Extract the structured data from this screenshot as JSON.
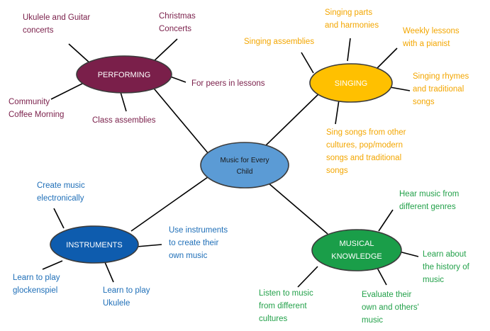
{
  "colors": {
    "center_fill": "#5b9bd5",
    "performing_fill": "#7a1f4a",
    "singing_fill": "#ffc000",
    "instruments_fill": "#0e5cae",
    "knowledge_fill": "#1a9e49",
    "performing_text": "#7a1f4a",
    "singing_text": "#f3a600",
    "instruments_text": "#1f6fb8",
    "knowledge_text": "#23a14a",
    "connector": "#000000"
  },
  "center": {
    "line1": "Music for Every",
    "line2": "Child"
  },
  "performing": {
    "label": "PERFORMING",
    "items": [
      "Ukulele and Guitar\nconcerts",
      "Christmas\nConcerts",
      "For peers in lessons",
      "Community\nCoffee Morning",
      "Class assemblies"
    ]
  },
  "singing": {
    "label": "SINGING",
    "items": [
      "Singing assemblies",
      "Singing parts\nand harmonies",
      "Weekly lessons\nwith a pianist",
      "Singing rhymes\nand traditional\nsongs",
      "Sing songs from other\ncultures, pop/modern\nsongs and traditional\nsongs"
    ]
  },
  "instruments": {
    "label": "INSTRUMENTS",
    "items": [
      "Create music\nelectronically",
      "Use instruments\nto create their\nown music",
      "Learn to play\nglockenspiel",
      "Learn to play\nUkulele"
    ]
  },
  "knowledge": {
    "line1": "MUSICAL",
    "line2": "KNOWLEDGE",
    "items": [
      "Hear music from\ndifferent genres",
      "Learn about\nthe history of\nmusic",
      "Listen to music\nfrom different\ncultures",
      "Evaluate their\nown and others'\nmusic"
    ]
  }
}
